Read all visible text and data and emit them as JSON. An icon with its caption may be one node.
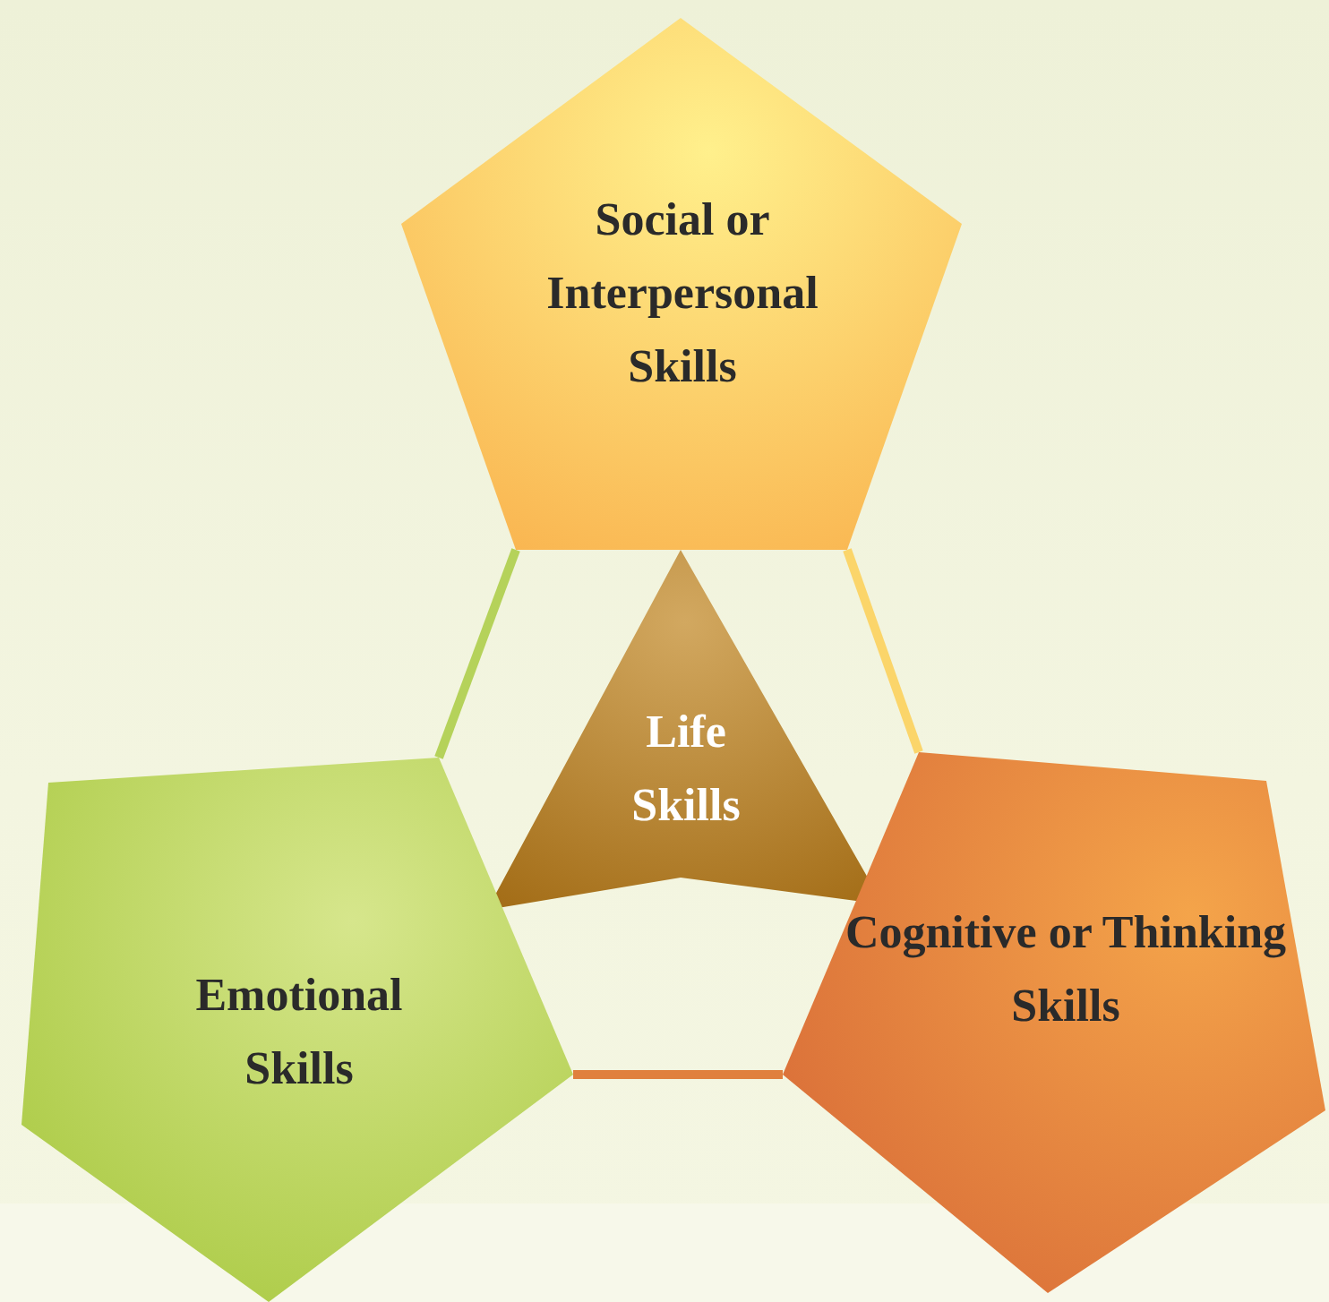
{
  "diagram": {
    "nodes": [
      {
        "text": [
          "Social or Interpersonal Skills"
        ]
      },
      {
        "text": [
          "Life Skills"
        ]
      },
      {
        "text": [
          "Emotional Skills"
        ]
      },
      {
        "text": [
          "Cognitive or Thinking Skills"
        ]
      }
    ],
    "edges": [
      {
        "from": 0,
        "to": 2,
        "arrow": "none",
        "color": "#b5d25a"
      },
      {
        "from": 0,
        "to": 3,
        "arrow": "none",
        "color": "#fbd56a"
      },
      {
        "from": 2,
        "to": 3,
        "arrow": "none",
        "color": "#e0803e"
      }
    ]
  }
}
